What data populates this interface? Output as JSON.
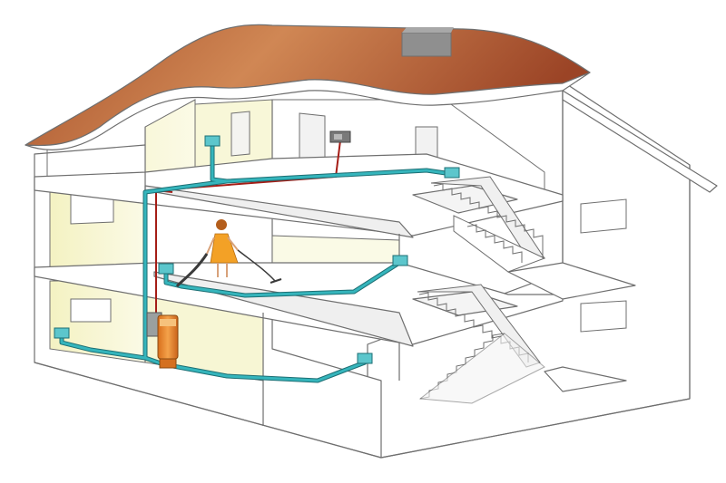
{
  "diagram": {
    "subject": "house-cutaway-central-vacuum",
    "colors": {
      "roof_light": "#c8784a",
      "roof_dark": "#8c3e22",
      "chimney": "#8f8f8f",
      "wall_line": "#6f6f6f",
      "wall_fill": "#ffffff",
      "interior_warm": "#f6f4c8",
      "floor_gray": "#ececec",
      "vacuum_pipe": "#2fa9b0",
      "pipe_outline": "#1d6f74",
      "control_wire": "#a51d16",
      "vacuum_unit_orange": "#e9882e",
      "dress": "#f3a126"
    },
    "inlets": [
      "wall-inlet-attic",
      "wall-inlet-top-right",
      "wall-inlet-living-left",
      "wall-inlet-living-right",
      "wall-inlet-basement-left",
      "wall-inlet-basement-right"
    ]
  }
}
